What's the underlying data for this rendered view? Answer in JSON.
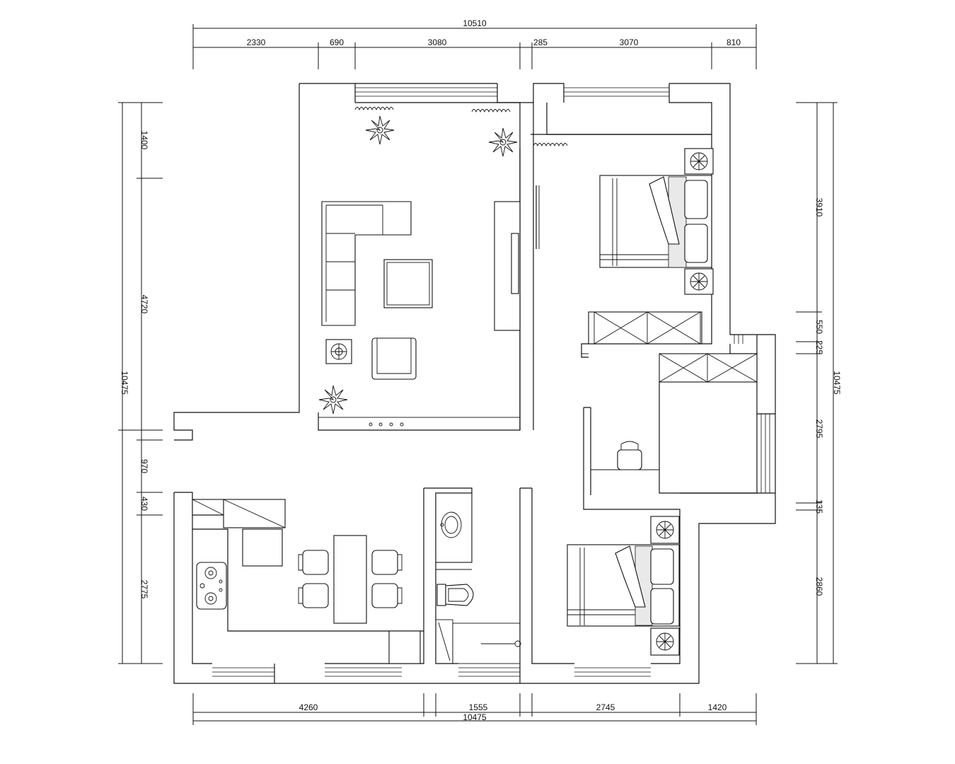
{
  "dimensions": {
    "top_total": "10510",
    "top_segments": [
      "2330",
      "690",
      "3080",
      "285",
      "3070",
      "810"
    ],
    "bottom_segments": [
      "4260",
      "1555",
      "2745",
      "1420"
    ],
    "bottom_total": "10475",
    "left_total": "10475",
    "left_segments": [
      "1400",
      "4720",
      "970",
      "430",
      "2775"
    ],
    "right_total": "10475",
    "right_segments": [
      "3910",
      "550",
      "225",
      "2795",
      "135",
      "2860"
    ]
  }
}
